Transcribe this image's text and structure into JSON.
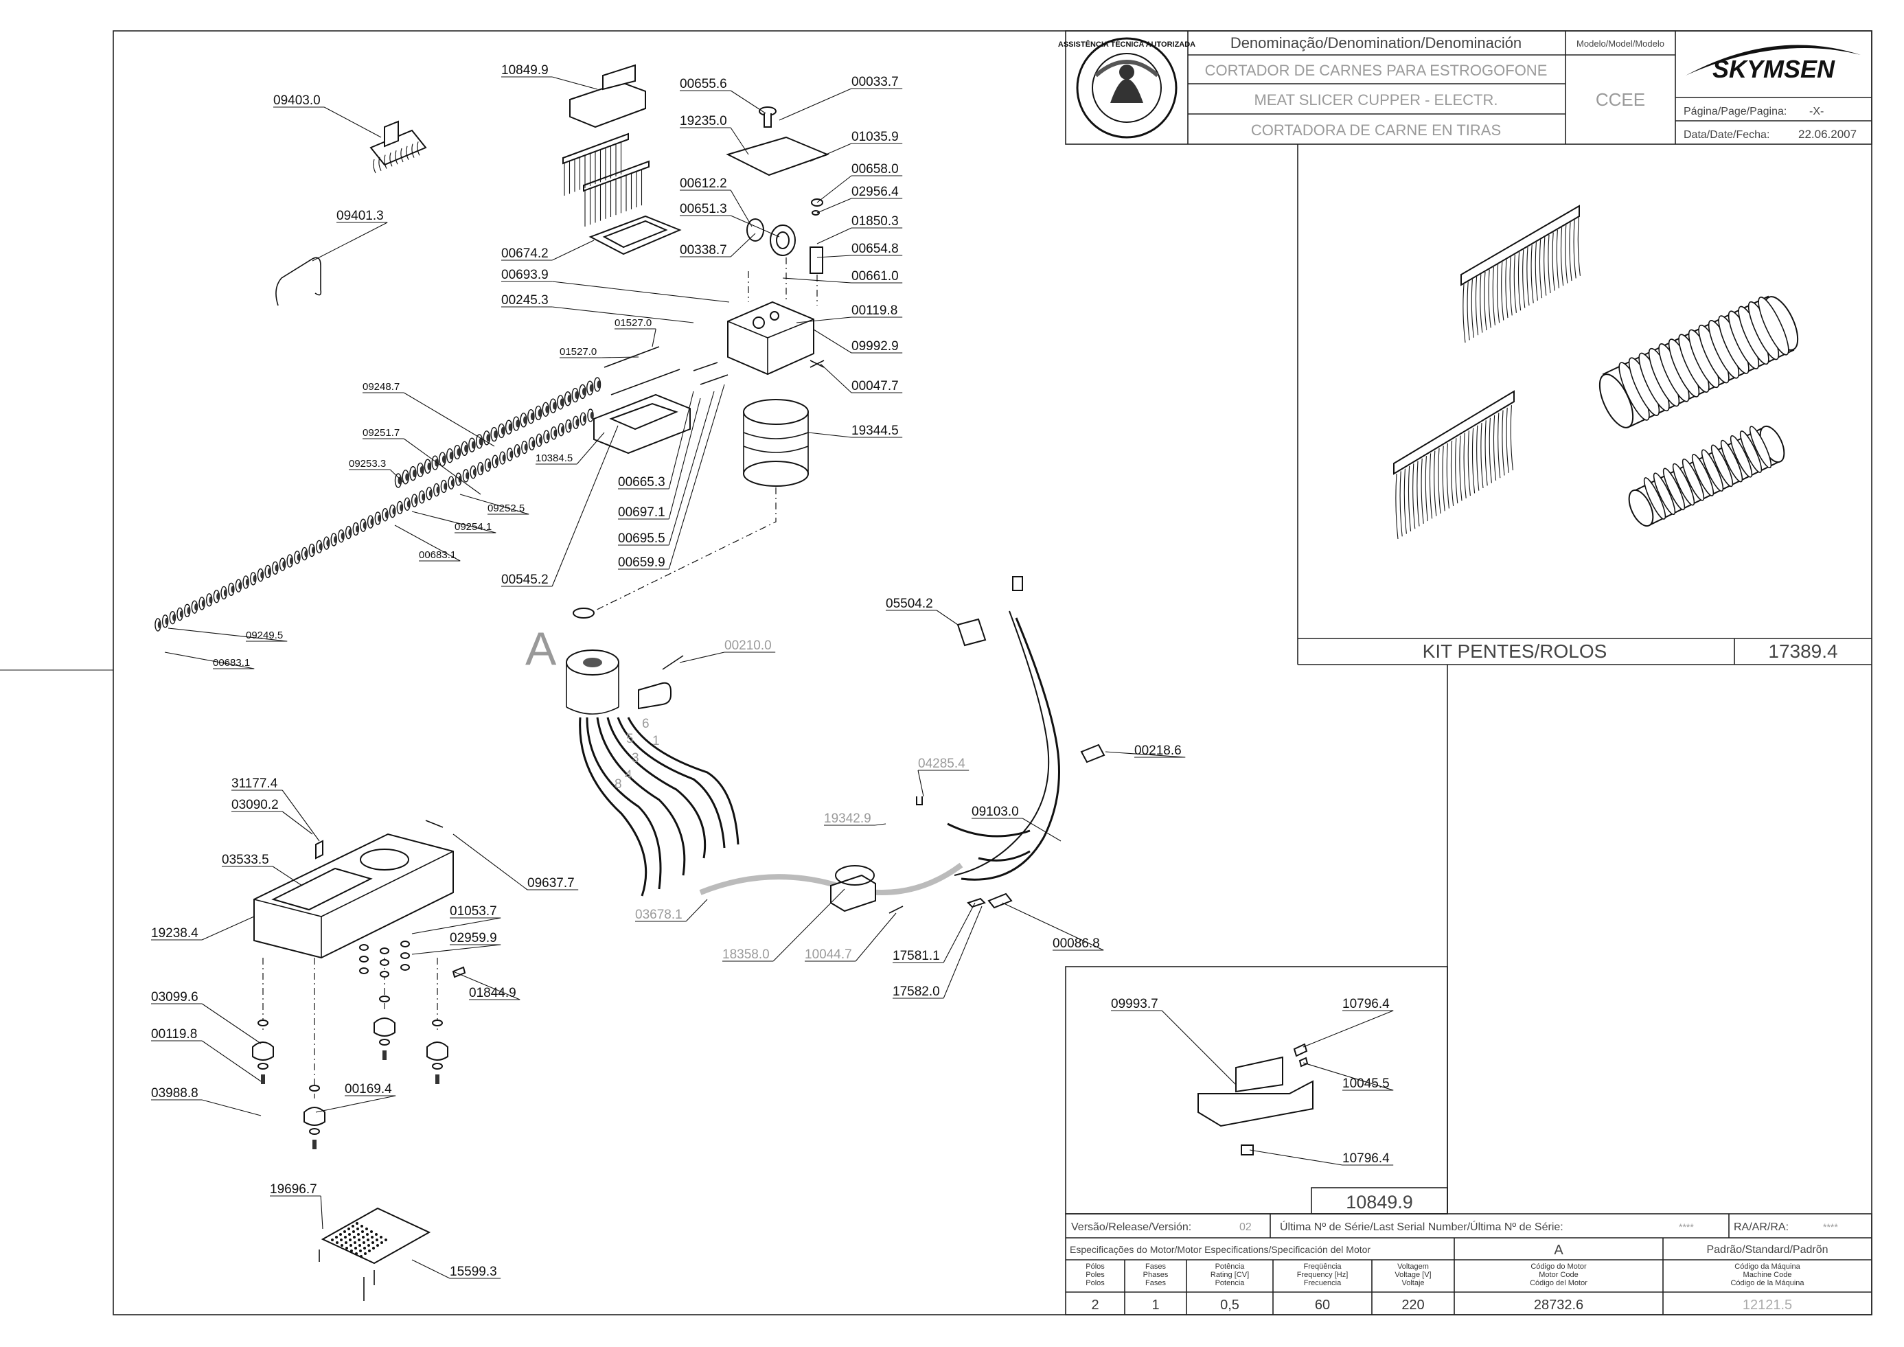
{
  "title_block": {
    "header_denomination": "Denominação/Denomination/Denominación",
    "header_model": "Modelo/Model/Modelo",
    "name_pt": "CORTADOR DE CARNES PARA ESTROGOFONE",
    "name_en": "MEAT SLICER CUPPER - ELECTR.",
    "name_es": "CORTADORA DE CARNE EN TIRAS",
    "model": "CCEE",
    "brand": "SKYMSEN",
    "seal_text": "ASSISTÊNCIA TÉCNICA AUTORIZADA",
    "page_label": "Página/Page/Pagina:",
    "page_value": "-X-",
    "date_label": "Data/Date/Fecha:",
    "date_value": "22.06.2007"
  },
  "kit": {
    "title": "KIT PENTES/ROLOS",
    "code": "17389.4"
  },
  "subassembly_code": "10849.9",
  "section_marker": "A",
  "wire_numbers": [
    "6",
    "1",
    "5",
    "3",
    "8",
    "4"
  ],
  "part_labels": {
    "main": [
      "10849.9",
      "09403.0",
      "09401.3",
      "00674.2",
      "00693.9",
      "00245.3",
      "01527.0",
      "01527.0",
      "09248.7",
      "09251.7",
      "09253.3",
      "10384.5",
      "09252.5",
      "09254.1",
      "00683.1",
      "09249.5",
      "00683.1",
      "00545.2",
      "00665.3",
      "00697.1",
      "00695.5",
      "00659.9",
      "00655.6",
      "00033.7",
      "19235.0",
      "01035.9",
      "00612.2",
      "00658.0",
      "00651.3",
      "02956.4",
      "00338.7",
      "01850.3",
      "00654.8",
      "00661.0",
      "00119.8",
      "09992.9",
      "00047.7",
      "19344.5"
    ],
    "electrical": [
      "05504.2",
      "00210.0",
      "00218.6",
      "04285.4",
      "09103.0",
      "19342.9",
      "03678.1",
      "18358.0",
      "10044.7",
      "17581.1",
      "17582.0",
      "00086.8"
    ],
    "base": [
      "31177.4",
      "03090.2",
      "03533.5",
      "09637.7",
      "19238.4",
      "01053.7",
      "02959.9",
      "01844.9",
      "03099.6",
      "00119.8",
      "03988.8",
      "00169.4",
      "19696.7",
      "15599.3"
    ],
    "sub": [
      "09993.7",
      "10796.4",
      "10045.5",
      "10796.4"
    ]
  },
  "footer": {
    "version_label": "Versão/Release/Versión:",
    "version_value": "02",
    "serial_label": "Última Nº de Série/Last Serial Number/Última Nº de Série:",
    "serial_value": "****",
    "ra_label": "RA/AR/RA:",
    "ra_value": "****",
    "motor_spec_label": "Especificações do Motor/Motor Especifications/Specificación del Motor",
    "motor_spec_value": "A",
    "standard_label": "Padrão/Standard/Padrõn",
    "columns": [
      {
        "header": [
          "Pólos",
          "Poles",
          "Polos"
        ],
        "value": "2"
      },
      {
        "header": [
          "Fases",
          "Phases",
          "Fases"
        ],
        "value": "1"
      },
      {
        "header": [
          "Potência",
          "Rating [CV]",
          "Potencia"
        ],
        "value": "0,5"
      },
      {
        "header": [
          "Freqüência",
          "Frequency [Hz]",
          "Frecuencia"
        ],
        "value": "60"
      },
      {
        "header": [
          "Voltagem",
          "Voltage [V]",
          "Voltaje"
        ],
        "value": "220"
      },
      {
        "header": [
          "Código do Motor",
          "Motor Code",
          "Código del Motor"
        ],
        "value": "28732.6"
      },
      {
        "header": [
          "Código da Máquina",
          "Machine Code",
          "Código de la Máquina"
        ],
        "value": "12121.5"
      }
    ]
  }
}
